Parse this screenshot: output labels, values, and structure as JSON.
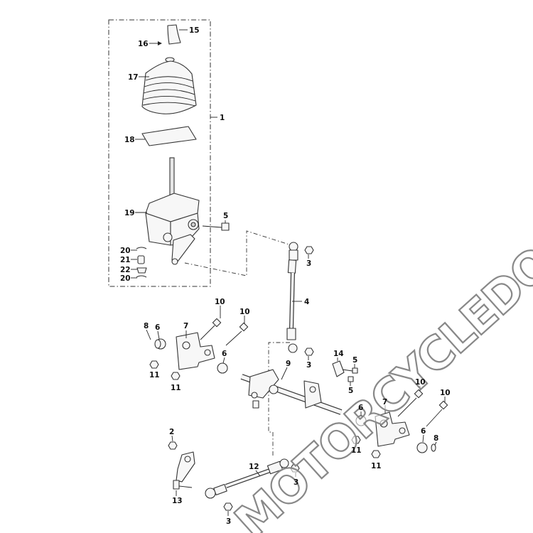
{
  "watermark": "MOTORCYCLEDOCTOR",
  "callouts": [
    "1",
    "2",
    "3",
    "3",
    "3",
    "3",
    "4",
    "5",
    "5",
    "5",
    "6",
    "6",
    "6",
    "6",
    "7",
    "7",
    "8",
    "8",
    "9",
    "10",
    "10",
    "10",
    "10",
    "11",
    "11",
    "11",
    "11",
    "12",
    "13",
    "14",
    "15",
    "16",
    "17",
    "18",
    "19",
    "20",
    "20",
    "21",
    "22"
  ],
  "colors": {
    "line": "#333333",
    "fill": "#f7f7f7",
    "watermark_stroke": "#888888"
  }
}
